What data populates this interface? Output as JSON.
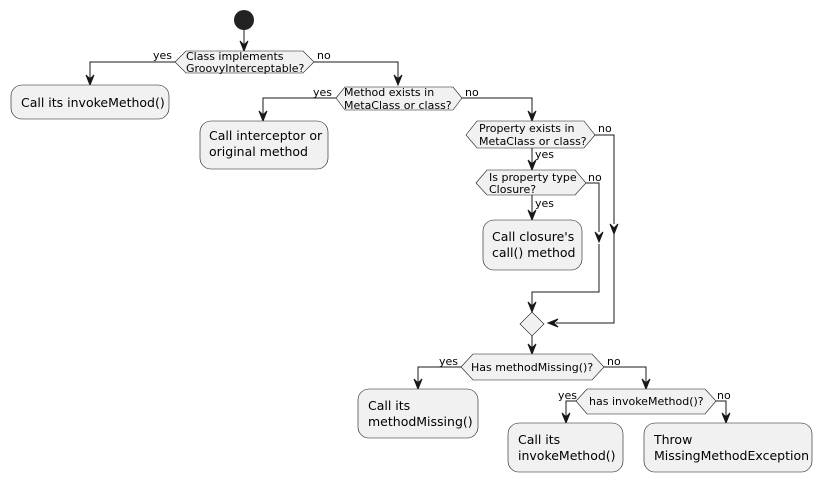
{
  "nodes": {
    "groovy_interceptable": [
      "Class implements",
      "GroovyInterceptable?"
    ],
    "call_invoke_method_1": [
      "Call its invokeMethod()"
    ],
    "method_exists": [
      "Method exists in",
      "MetaClass or class?"
    ],
    "call_interceptor": [
      "Call interceptor or",
      "original method"
    ],
    "property_exists": [
      "Property exists in",
      "MetaClass or class?"
    ],
    "is_closure": [
      "Is property type",
      "Closure?"
    ],
    "call_closure": [
      "Call closure's",
      "call() method"
    ],
    "has_method_missing": [
      "Has methodMissing()?"
    ],
    "call_method_missing": [
      "Call its",
      "methodMissing()"
    ],
    "has_invoke_method": [
      "has invokeMethod()?"
    ],
    "call_invoke_method_2": [
      "Call its",
      "invokeMethod()"
    ],
    "throw_exception": [
      "Throw",
      "MissingMethodException"
    ]
  },
  "branches": {
    "yes": "yes",
    "no": "no"
  }
}
